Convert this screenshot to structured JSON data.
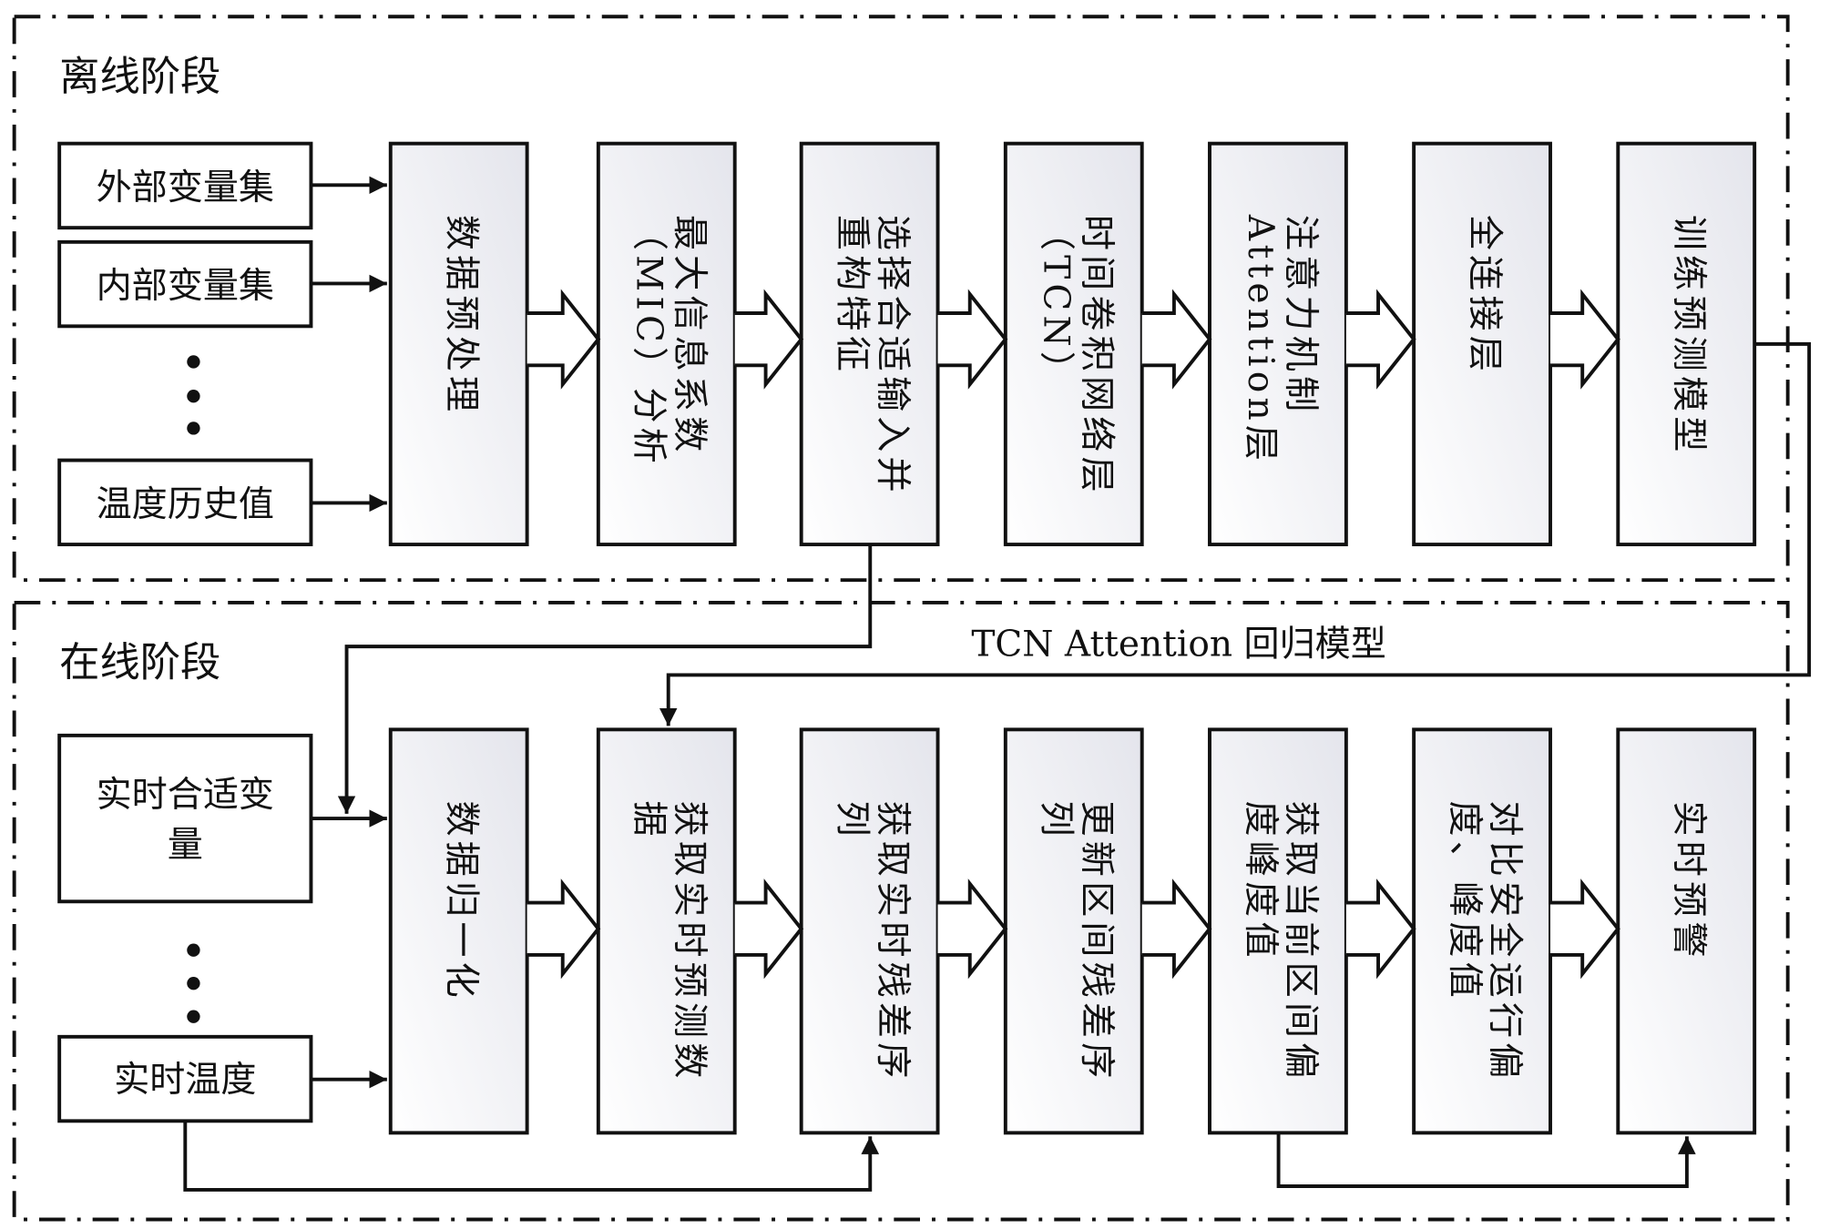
{
  "offline": {
    "title": "离线阶段",
    "inputs": [
      "外部变量集",
      "内部变量集",
      "温度历史值"
    ],
    "ellipsis": "⋮",
    "steps": [
      [
        "数据预处理"
      ],
      [
        "最大信息系数",
        "（MIC）分析"
      ],
      [
        "选择合适输入并",
        "重构特征"
      ],
      [
        "时间卷积网络层",
        "（TCN）"
      ],
      [
        "注意力机制",
        "Attention层"
      ],
      [
        "全连接层"
      ],
      [
        "训练预测模型"
      ]
    ]
  },
  "online": {
    "title": "在线阶段",
    "inputs": [
      [
        "实时合适变",
        "量"
      ],
      [
        "实时温度"
      ]
    ],
    "steps": [
      [
        "数据归一化"
      ],
      [
        "获取实时预测数",
        "据"
      ],
      [
        "获取实时残差序",
        "列"
      ],
      [
        "更新区间残差序",
        "列"
      ],
      [
        "获取当前区间偏",
        "度峰度值"
      ],
      [
        "对比安全运行偏",
        "度、峰度值"
      ],
      [
        "实时预警"
      ]
    ]
  },
  "model_label": "TCN Attention 回归模型",
  "colors": {
    "stroke": "#111111",
    "box_fill_light": "#ffffff",
    "box_fill_dark": "#e4e5ec"
  }
}
